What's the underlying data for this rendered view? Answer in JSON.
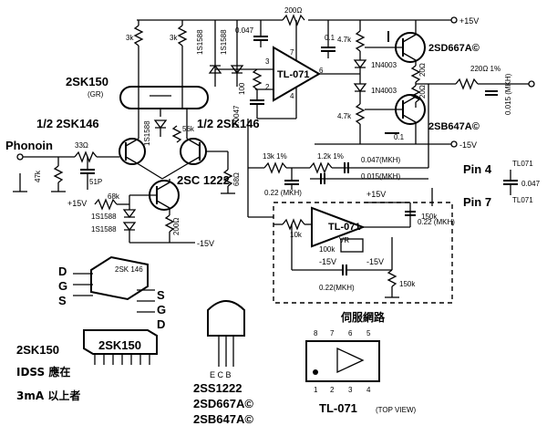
{
  "parts": {
    "jfet_dual": "2SK150",
    "jfet_dual_rank": "(GR)",
    "jfet_left": "1/2 2SK146",
    "jfet_right": "1/2 2SK146",
    "transistor_q": "2SC 1222",
    "opamp_main": "TL-071",
    "opamp_servo": "TL-071",
    "npn_out": "2SD667A©",
    "pnp_out": "2SB647A©",
    "diode_upper": "1N4003",
    "diode_lower": "1N4003",
    "diode_1s1588": "1S1588",
    "input_label": "Phonoin"
  },
  "values": {
    "r_3k_a": "3k",
    "r_3k_b": "3k",
    "r_200_top": "200Ω",
    "c_0047_top": "0.047",
    "c_01": "0.1",
    "r_47k_a": "4.7k",
    "r_47k_b": "4.7k",
    "r_20_a": "20Ω",
    "r_20_b": "20Ω",
    "r_220_1": "220Ω 1%",
    "c_0015": "0.015 (MKH)",
    "r_100": "100",
    "c_00047": "0.0047",
    "r_56k": "56k",
    "r_33": "33Ω",
    "r_47k_in": "47k",
    "c_51p": "51P",
    "r_68k": "68k",
    "r_200_q": "200Ω",
    "r_68": "68Ω",
    "r_13k": "13k 1%",
    "r_12k": "1.2k 1%",
    "c_022_mkh": "0.22 (MKH)",
    "c_0047_mkh": "0.047(MKH)",
    "c_0015_mkh": "0.015(MKH)",
    "r_10k": "10k",
    "vr_100k": "100k",
    "vr_label": "VR",
    "r_150k_a": "150k",
    "r_150k_b": "150k",
    "c_022_servo": "0.22 (MKH)",
    "c_022_bot": "0.22(MKH)",
    "c_01_b": "0.1",
    "plus15": "+15V",
    "minus15": "-15V"
  },
  "pins": {
    "p2": "2",
    "p3": "3",
    "p4": "4",
    "p7": "7",
    "p6": "6",
    "p1": "1",
    "p5": "5"
  },
  "pin_note": {
    "pin4": "Pin 4",
    "pin7": "Pin 7",
    "tl071_a": "TL071",
    "tl071_b": "TL071",
    "cap": "0.047"
  },
  "legend": {
    "jfet_pkg": "2SK 146",
    "d": "D",
    "g": "G",
    "s": "S",
    "s2": "S",
    "g2": "G",
    "d2": "D",
    "sip": "2SK150",
    "idss_title": "2SK150",
    "idss_line1": "IDSS 應在",
    "idss_line2": "3mA 以上者",
    "to92_pins": "E C B",
    "to92_part1": "2SS1222",
    "to92_part2": "2SD667A©",
    "to92_part3": "2SB647A©",
    "servo_title": "伺服網路",
    "dip_name": "TL-071",
    "dip_view": "(TOP VIEW)",
    "dip_top": [
      "8",
      "7",
      "6",
      "5"
    ],
    "dip_bot": [
      "1",
      "2",
      "3",
      "4"
    ]
  }
}
